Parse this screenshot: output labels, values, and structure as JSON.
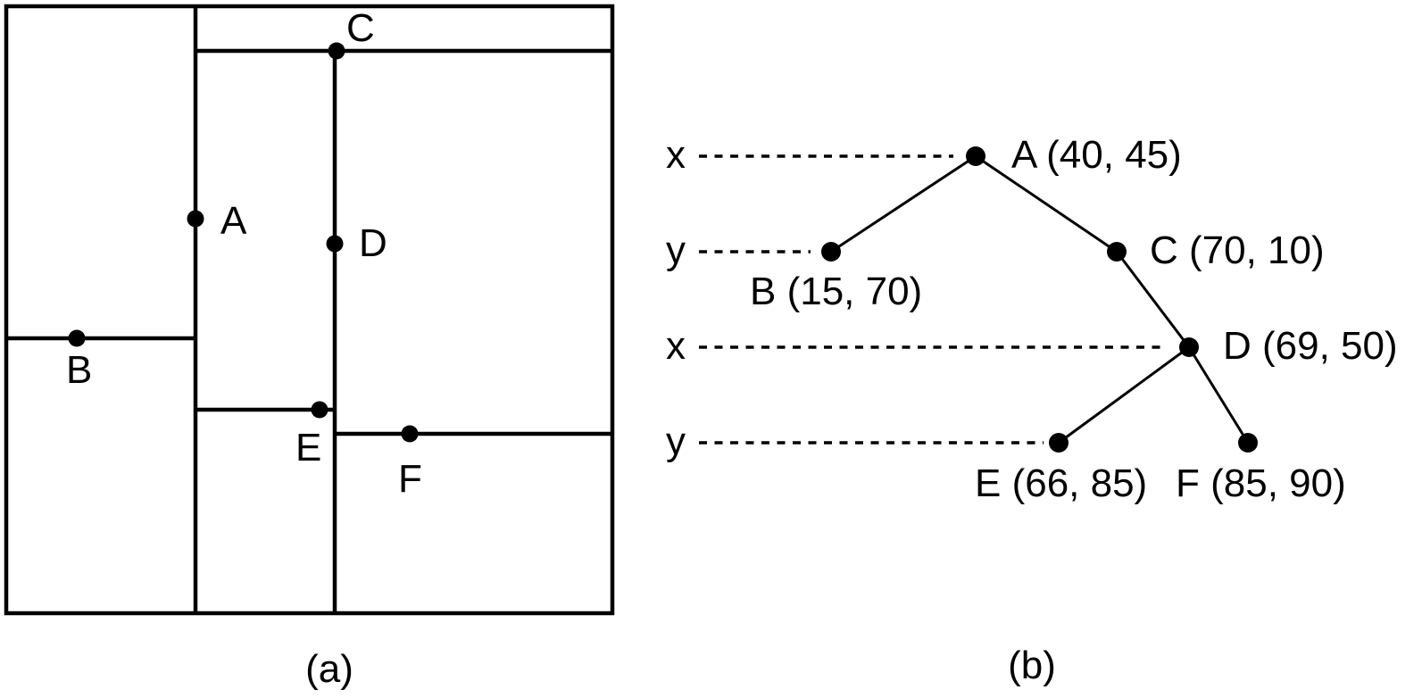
{
  "figure": {
    "captions": {
      "a": "(a)",
      "b": "(b)"
    },
    "colors": {
      "ink": "#000000",
      "background": "#ffffff"
    }
  },
  "plane": {
    "points": [
      {
        "label": "A",
        "x": 40,
        "y": 45
      },
      {
        "label": "B",
        "x": 15,
        "y": 70
      },
      {
        "label": "C",
        "x": 70,
        "y": 10
      },
      {
        "label": "D",
        "x": 69,
        "y": 50
      },
      {
        "label": "E",
        "x": 66,
        "y": 85
      },
      {
        "label": "F",
        "x": 85,
        "y": 90
      }
    ]
  },
  "tree": {
    "levels": [
      {
        "axis": "x"
      },
      {
        "axis": "y"
      },
      {
        "axis": "x"
      },
      {
        "axis": "y"
      }
    ],
    "nodes": [
      {
        "id": "A",
        "text": "A (40, 45)"
      },
      {
        "id": "B",
        "text": "B (15, 70)"
      },
      {
        "id": "C",
        "text": "C (70, 10)"
      },
      {
        "id": "D",
        "text": "D (69, 50)"
      },
      {
        "id": "E",
        "text": "E (66, 85)"
      },
      {
        "id": "F",
        "text": "F (85, 90)"
      }
    ],
    "edges": [
      [
        "A",
        "B"
      ],
      [
        "A",
        "C"
      ],
      [
        "C",
        "D"
      ],
      [
        "D",
        "E"
      ],
      [
        "D",
        "F"
      ]
    ]
  }
}
